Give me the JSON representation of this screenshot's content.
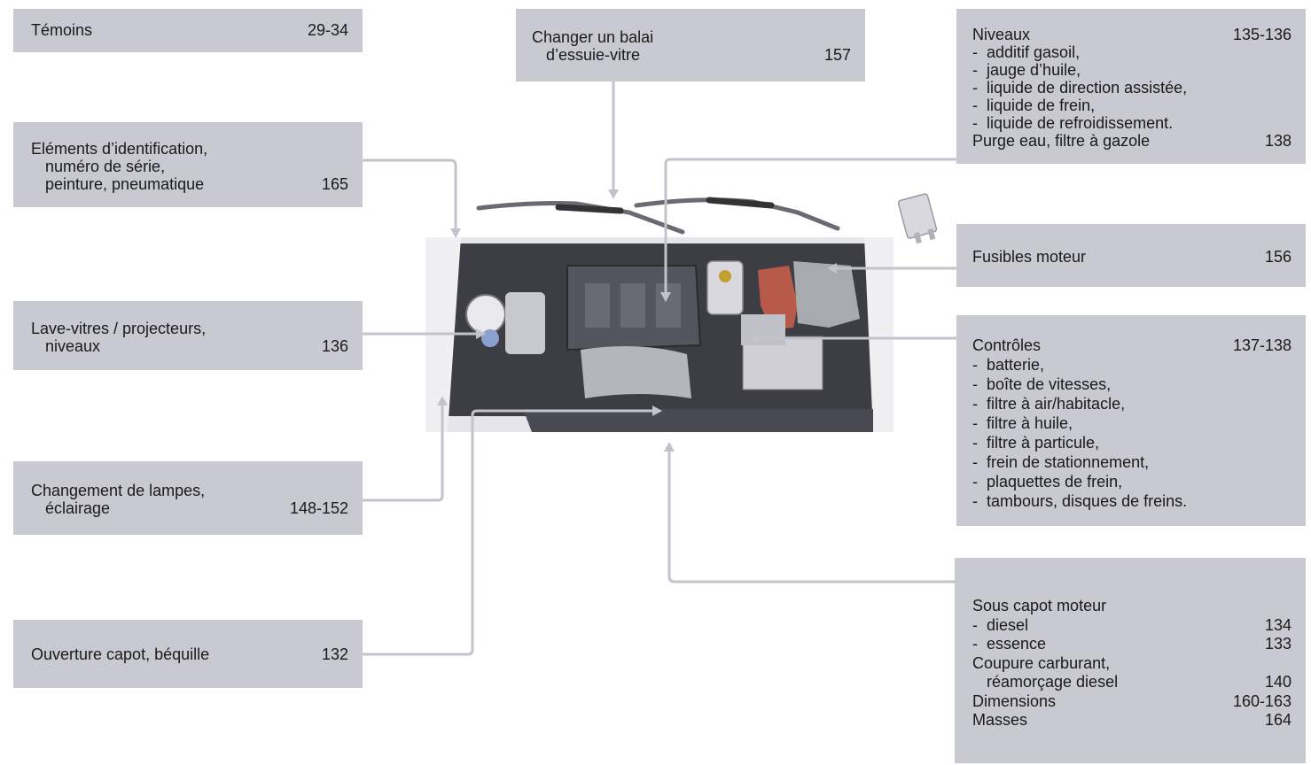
{
  "colors": {
    "box_bg": "#c9c9d1",
    "connector": "#c3c3cc",
    "text": "#1a1a1a"
  },
  "boxes": {
    "temoins": {
      "title": "Témoins",
      "page": "29-34"
    },
    "balai": {
      "line1": "Changer un balai",
      "line2": "d’essuie-vitre",
      "page": "157"
    },
    "niveaux": {
      "title": "Niveaux",
      "page": "135-136",
      "items": [
        "additif gasoil,",
        "jauge d’huile,",
        "liquide de direction assistée,",
        "liquide de frein,",
        "liquide de refroidissement."
      ],
      "purge": "Purge eau, filtre à gazole",
      "purge_page": "138"
    },
    "identification": {
      "line1": "Eléments d’identification,",
      "line2": "numéro de série,",
      "line3": "peinture, pneumatique",
      "page": "165"
    },
    "fusibles": {
      "title": "Fusibles moteur",
      "page": "156"
    },
    "lavevitres": {
      "line1": "Lave-vitres / projecteurs,",
      "line2": "niveaux",
      "page": "136"
    },
    "controles": {
      "title": "Contrôles",
      "page": "137-138",
      "items": [
        "batterie,",
        "boîte de vitesses,",
        "filtre à air/habitacle,",
        "filtre à huile,",
        "filtre à particule,",
        "frein de stationnement,",
        "plaquettes de frein,",
        "tambours, disques de freins."
      ]
    },
    "lampes": {
      "line1": "Changement de lampes,",
      "line2": "éclairage",
      "page": "148-152"
    },
    "capot": {
      "title": "Ouverture capot, béquille",
      "page": "132"
    },
    "souscapot": {
      "title": "Sous capot moteur",
      "diesel": "diesel",
      "diesel_page": "134",
      "essence": "essence",
      "essence_page": "133",
      "coupure1": "Coupure carburant,",
      "coupure2": "réamorçage diesel",
      "coupure_page": "140",
      "dimensions": "Dimensions",
      "dimensions_page": "160-163",
      "masses": "Masses",
      "masses_page": "164"
    }
  }
}
